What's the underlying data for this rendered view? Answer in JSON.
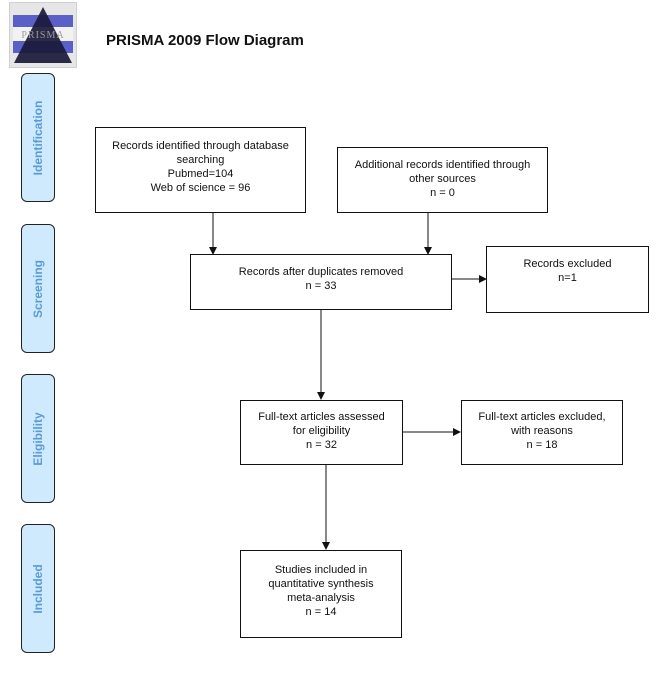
{
  "header": {
    "logo_text": "PRISMA",
    "title": "PRISMA 2009 Flow Diagram"
  },
  "phases": [
    {
      "label": "Identification"
    },
    {
      "label": "Screening"
    },
    {
      "label": "Eligibility"
    },
    {
      "label": "Included"
    }
  ],
  "boxes": {
    "database": {
      "lines": [
        "Records identified through database",
        "searching",
        "Pubmed=104",
        "Web of science = 96"
      ]
    },
    "other": {
      "lines": [
        "Additional records identified through",
        "other sources",
        "n = 0"
      ]
    },
    "dedup": {
      "lines": [
        "Records after duplicates removed",
        "n = 33"
      ]
    },
    "excluded": {
      "lines": [
        "Records excluded",
        "n=1"
      ]
    },
    "fulltext": {
      "lines": [
        "Full-text articles assessed",
        "for eligibility",
        "n = 32"
      ]
    },
    "fulltext_excluded": {
      "lines": [
        "Full-text articles excluded,",
        "with reasons",
        "n = 18"
      ]
    },
    "included": {
      "lines": [
        "Studies included in",
        "quantitative synthesis",
        "meta-analysis",
        "n = 14"
      ]
    }
  },
  "colors": {
    "phase_fill": "#cfe9fd",
    "phase_text": "#5b9bd5",
    "logo_band": "#5a60c8",
    "logo_triangle": "#1a1a3a"
  }
}
